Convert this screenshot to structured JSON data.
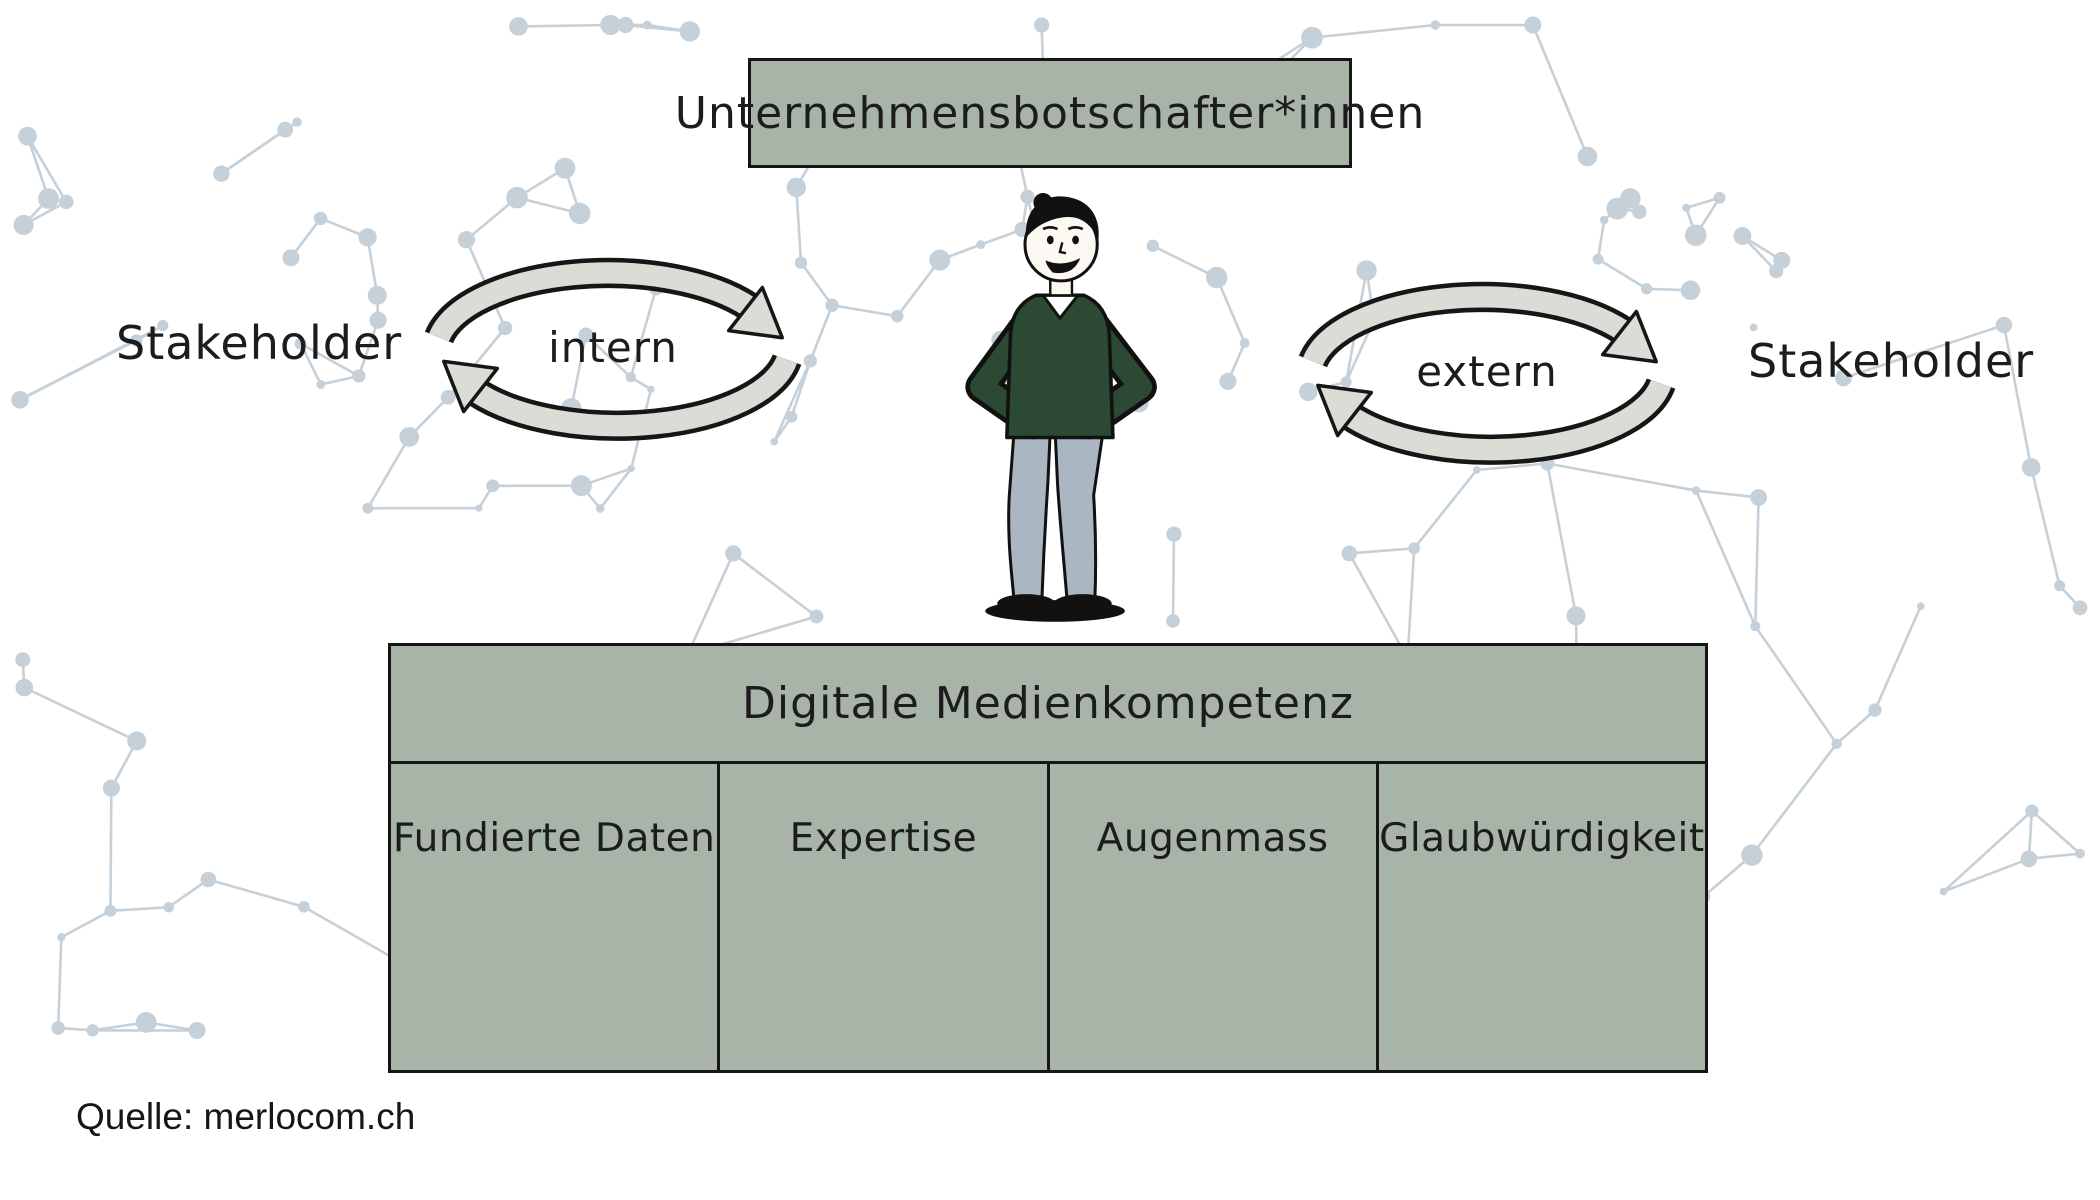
{
  "diagram": {
    "title": "Unternehmensbotschafter*innen",
    "left_stakeholder": "Stakeholder",
    "right_stakeholder": "Stakeholder",
    "intern_label": "intern",
    "extern_label": "extern",
    "platform": {
      "header": "Digitale Medienkompetenz",
      "columns": [
        "Fundierte Daten",
        "Expertise",
        "Augenmass",
        "Glaubwürdigkeit"
      ]
    },
    "source": "Quelle: merlocom.ch",
    "person": "corporate-ambassador-figure",
    "colors": {
      "box_fill": "#a8b4a8",
      "box_border": "#161616",
      "network": "#c5d0d9",
      "arrow_fill": "#d9ddd6",
      "sweater_green": "#2c4a33",
      "pants_gray": "#aab7c2"
    }
  }
}
